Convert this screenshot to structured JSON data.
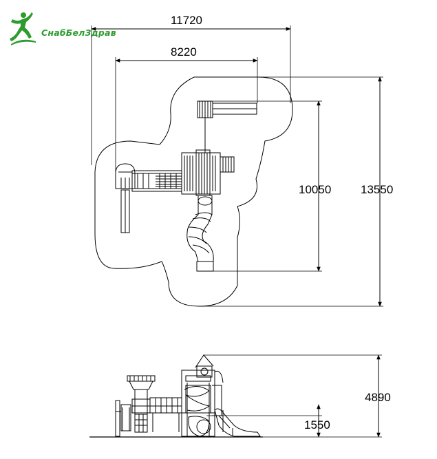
{
  "logo": {
    "text": "СнабБелЗдрав",
    "icon": "leaping-figure-icon",
    "color": "#2e9b2e"
  },
  "dimensions": {
    "total_width": "11720",
    "inner_width": "8220",
    "inner_height": "10050",
    "total_height": "13550",
    "overall_height": "4890",
    "platform_height": "1550"
  },
  "colors": {
    "line": "#000000",
    "zone": "#000000",
    "logo": "#2e9b2e"
  }
}
